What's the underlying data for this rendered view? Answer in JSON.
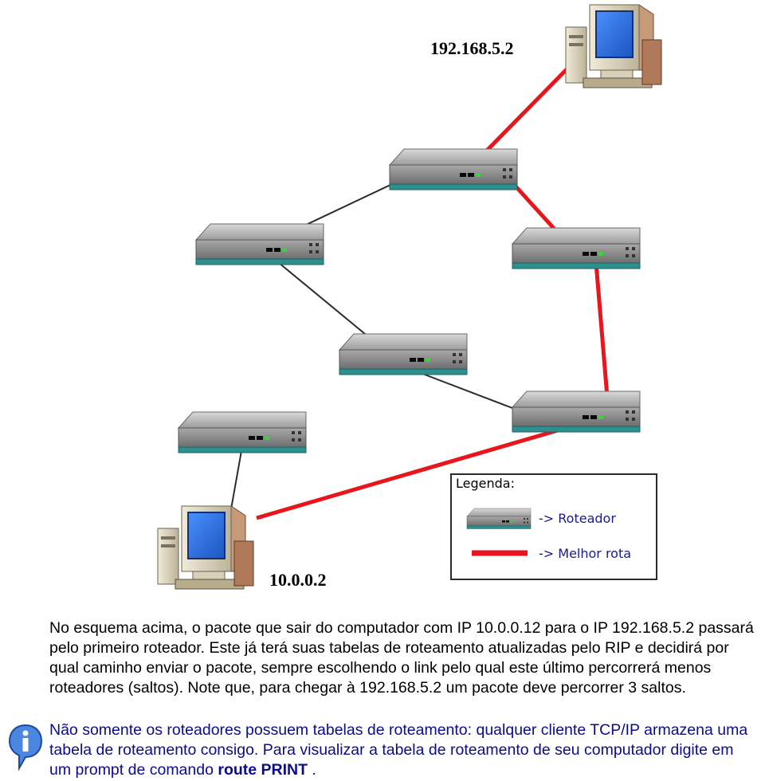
{
  "diagram": {
    "hosts": [
      {
        "id": "dest",
        "ip": "192.168.5.2"
      },
      {
        "id": "src",
        "ip": "10.0.0.2"
      }
    ],
    "routers": [
      "r1",
      "r2",
      "r3",
      "r4",
      "r5",
      "r6"
    ],
    "links": [
      {
        "from": "src",
        "to": "r5",
        "best_route": false
      },
      {
        "from": "src",
        "to": "r6",
        "best_route": true
      },
      {
        "from": "r6",
        "to": "r4",
        "best_route": false
      },
      {
        "from": "r6",
        "to": "r3",
        "best_route": true
      },
      {
        "from": "r4",
        "to": "r2",
        "best_route": false
      },
      {
        "from": "r2",
        "to": "r1",
        "best_route": false
      },
      {
        "from": "r1",
        "to": "r3",
        "best_route": true
      },
      {
        "from": "r1",
        "to": "dest",
        "best_route": true
      }
    ],
    "colors": {
      "best_route": "#e8161c",
      "link": "#2b2b2b",
      "monitor_screen": "#2a6fd6",
      "router_body": "#9a9a9a"
    }
  },
  "legend": {
    "title": "Legenda:",
    "router_label": "-> Roteador",
    "best_route_label": "-> Melhor rota"
  },
  "text": {
    "paragraph1": "No esquema acima, o pacote que sair do computador com IP 10.0.0.12 para o IP 192.168.5.2 passará pelo primeiro roteador. Este já terá suas tabelas de roteamento atualizadas pelo RIP e decidirá por qual caminho enviar o pacote,  sempre escolhendo o link pelo qual este último percorrerá menos roteadores (saltos). Note que, para chegar à 192.168.5.2 um pacote deve percorrer 3 saltos.",
    "paragraph2_start": "Não somente os roteadores possuem tabelas de roteamento: qualquer cliente TCP/IP armazena uma tabela de roteamento consigo. Para visualizar a tabela de roteamento de seu computador digite em um prompt de comando ",
    "paragraph2_command": "route PRINT",
    "paragraph2_end": " ."
  },
  "icons": {
    "info": "info-icon"
  }
}
